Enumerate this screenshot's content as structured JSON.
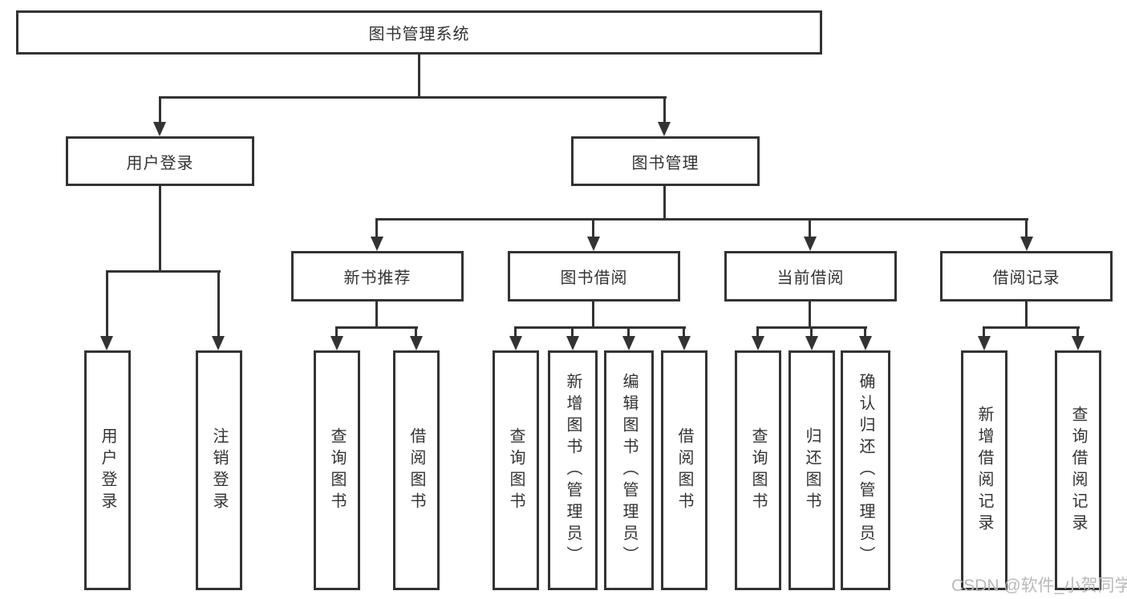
{
  "colors": {
    "line": "#333333",
    "box-border": "#333333",
    "box-fill": "#ffffff",
    "text": "#333333",
    "watermark": "#b9b9b9",
    "background": "#ffffff"
  },
  "watermark": "CSDN @软件_小贺同学",
  "tree": {
    "root": "图书管理系统",
    "branches": [
      {
        "label": "用户登录",
        "children": [
          "用户登录",
          "注销登录"
        ]
      },
      {
        "label": "图书管理",
        "groups": [
          {
            "label": "新书推荐",
            "children": [
              "查询图书",
              "借阅图书"
            ]
          },
          {
            "label": "图书借阅",
            "children": [
              "查询图书",
              "新增图书（管理员）",
              "编辑图书（管理员）",
              "借阅图书"
            ]
          },
          {
            "label": "当前借阅",
            "children": [
              "查询图书",
              "归还图书",
              "确认归还（管理员）"
            ]
          },
          {
            "label": "借阅记录",
            "children": [
              "新增借阅记录",
              "查询借阅记录"
            ]
          }
        ]
      }
    ]
  }
}
